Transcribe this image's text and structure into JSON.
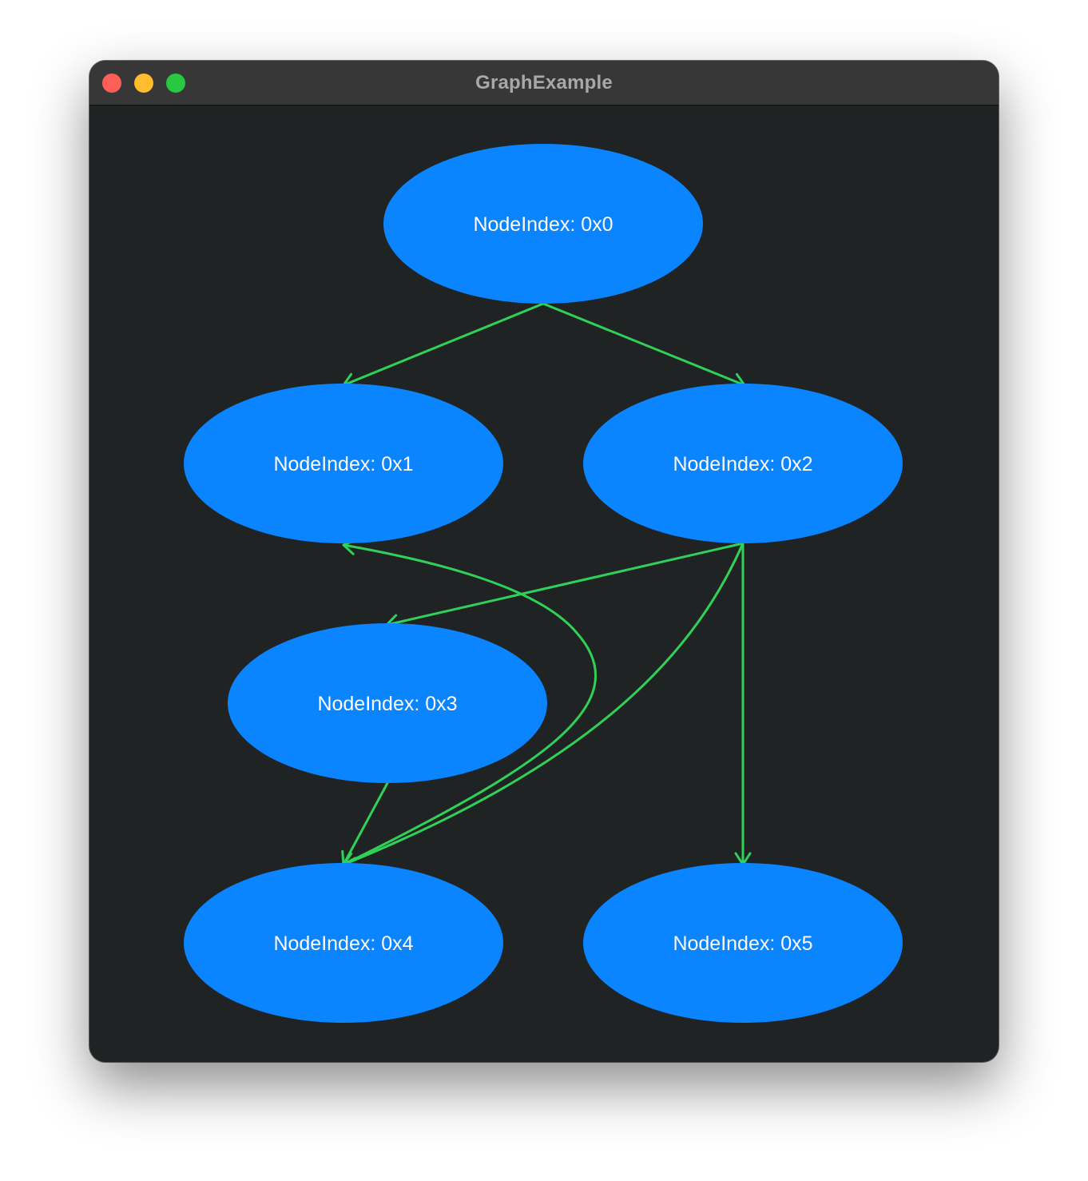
{
  "window": {
    "title": "GraphExample"
  },
  "colors": {
    "window_background": "#202324",
    "titlebar": "#373737",
    "node_fill": "#0a84ff",
    "edge_color": "#30d158",
    "label_color": "#ffffff",
    "close": "#fe5f57",
    "minimize": "#febc2e",
    "zoom": "#28c840"
  },
  "graph": {
    "nodes": [
      {
        "id": "0",
        "label": "NodeIndex: 0x0"
      },
      {
        "id": "1",
        "label": "NodeIndex: 0x1"
      },
      {
        "id": "2",
        "label": "NodeIndex: 0x2"
      },
      {
        "id": "3",
        "label": "NodeIndex: 0x3"
      },
      {
        "id": "4",
        "label": "NodeIndex: 0x4"
      },
      {
        "id": "5",
        "label": "NodeIndex: 0x5"
      }
    ],
    "edges": [
      {
        "from": "0",
        "to": "1"
      },
      {
        "from": "0",
        "to": "2"
      },
      {
        "from": "2",
        "to": "3"
      },
      {
        "from": "2",
        "to": "4"
      },
      {
        "from": "2",
        "to": "5"
      },
      {
        "from": "3",
        "to": "4"
      },
      {
        "from": "4",
        "to": "1"
      }
    ]
  }
}
